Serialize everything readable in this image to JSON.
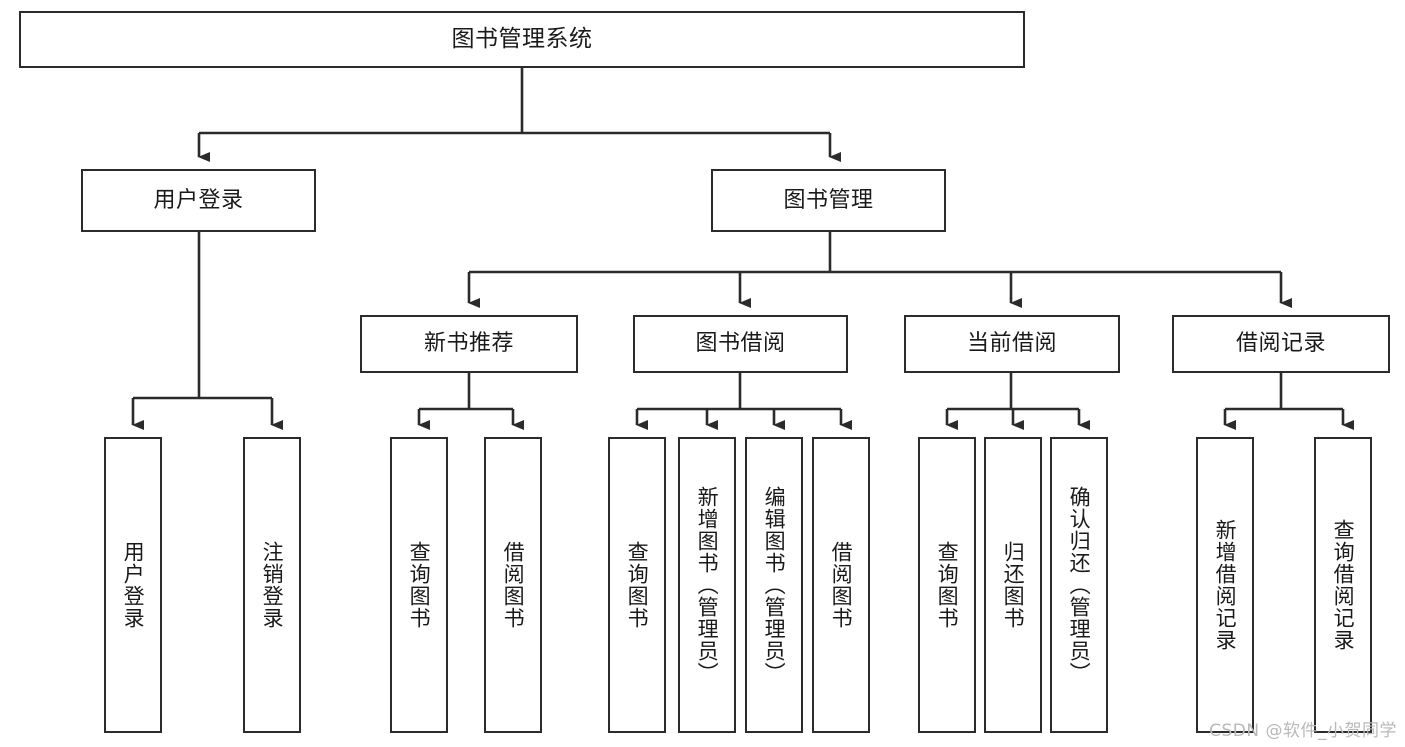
{
  "diagram": {
    "title": "图书管理系统",
    "type": "tree-hierarchy-chart",
    "colors": {
      "box_border": "#2b2b2b",
      "box_fill": "#ffffff",
      "connector": "#2b2b2b",
      "text": "#1a1a1a",
      "watermark": "#b9b9b9"
    },
    "root": {
      "label": "图书管理系统"
    },
    "level2": [
      {
        "label": "用户登录"
      },
      {
        "label": "图书管理"
      }
    ],
    "user_login_children": [
      {
        "label": "用户登录"
      },
      {
        "label": "注销登录"
      }
    ],
    "level3": [
      {
        "label": "新书推荐"
      },
      {
        "label": "图书借阅"
      },
      {
        "label": "当前借阅"
      },
      {
        "label": "借阅记录"
      }
    ],
    "new_book_children": [
      {
        "label": "查询图书"
      },
      {
        "label": "借阅图书"
      }
    ],
    "borrow_children": [
      {
        "label": "查询图书"
      },
      {
        "label": "新增图书（管理员）"
      },
      {
        "label": "编辑图书（管理员）"
      },
      {
        "label": "借阅图书"
      }
    ],
    "current_borrow_children": [
      {
        "label": "查询图书"
      },
      {
        "label": "归还图书"
      },
      {
        "label": "确认归还（管理员）"
      }
    ],
    "record_children": [
      {
        "label": "新增借阅记录"
      },
      {
        "label": "查询借阅记录"
      }
    ]
  },
  "watermark": {
    "text": "CSDN @软件_小贺同学"
  }
}
